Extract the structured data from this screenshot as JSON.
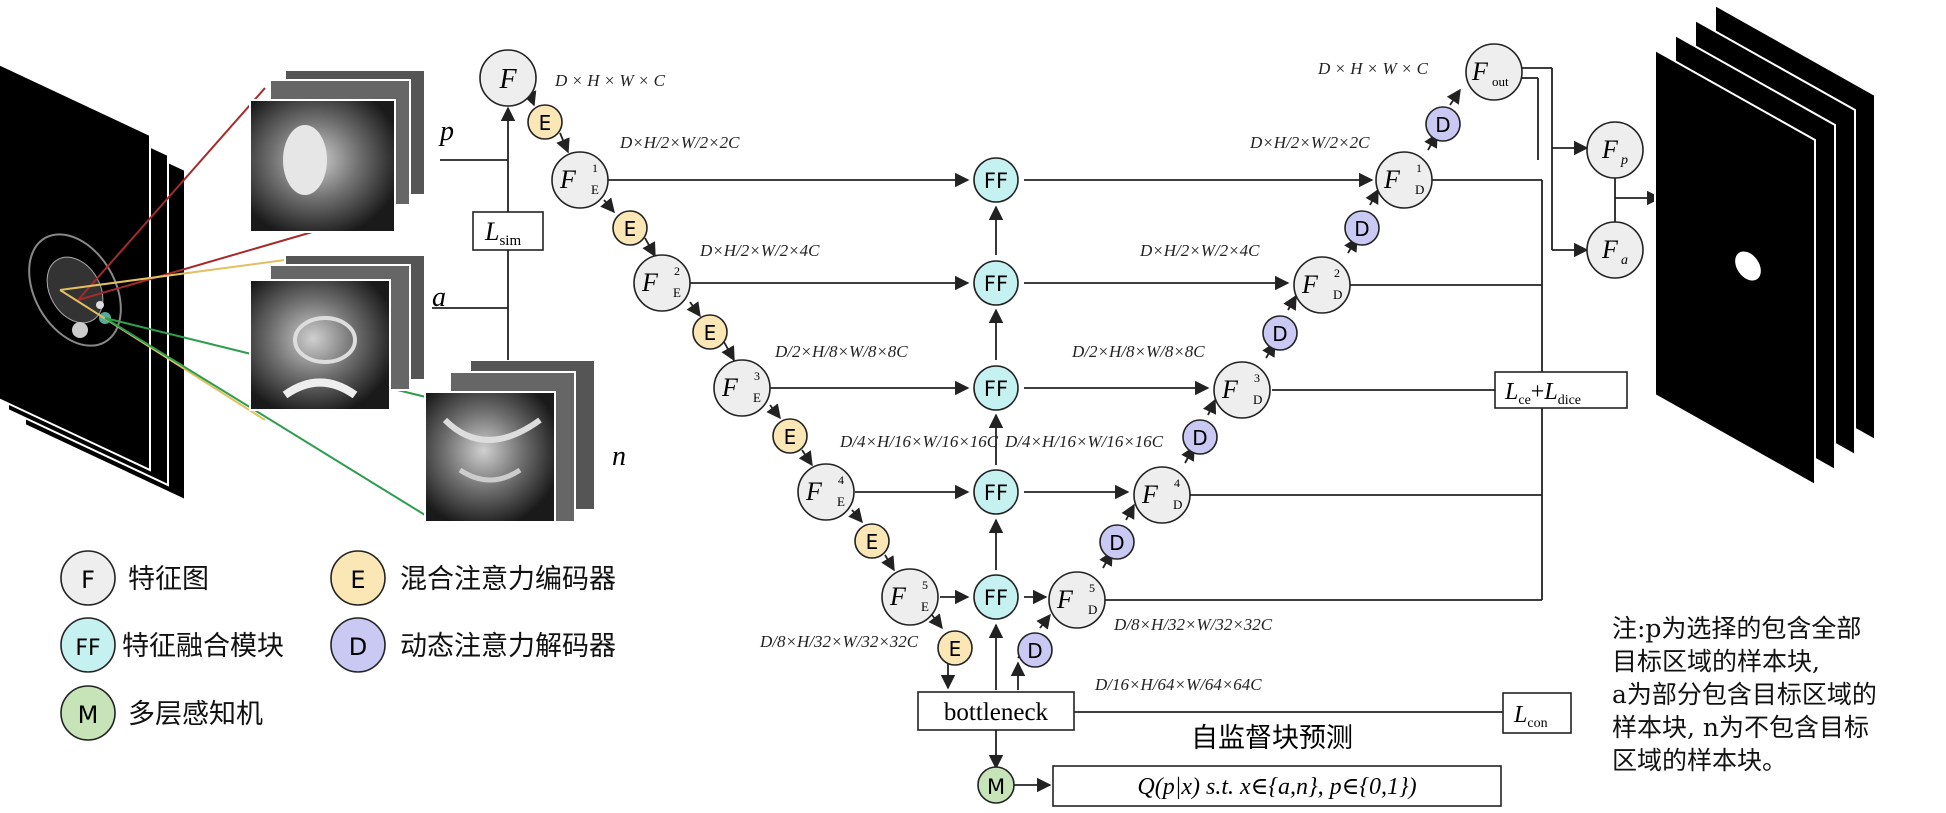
{
  "colors": {
    "feature": "#eeeeee",
    "encoder": "#fbe6b5",
    "decoder": "#c9c9f3",
    "fusion": "#c6f1f1",
    "mlp": "#c7e3b8"
  },
  "nodes": {
    "F": "F",
    "FF": "FF",
    "E": "E",
    "D": "D",
    "M": "M",
    "sub_E": "E",
    "sub_D": "D",
    "sub_out": "out",
    "sub_p": "p",
    "sub_a": "a",
    "sup1": "1",
    "sup2": "2",
    "sup3": "3",
    "sup4": "4",
    "sup5": "5"
  },
  "patches": {
    "p": "p",
    "a": "a",
    "n": "n"
  },
  "dims": {
    "input": "D × H × W × C",
    "output": "D × H × W × C",
    "level1": "D×H/2×W/2×2C",
    "level2": "D×H/2×W/2×4C",
    "level3": "D/2×H/8×W/8×8C",
    "level4": "D/4×H/16×W/16×16C",
    "level5": "D/8×H/32×W/32×32C",
    "bottleneck": "D/16×H/64×W/64×64C"
  },
  "boxes": {
    "l_sim": "L",
    "l_sim_sub": "sim",
    "l_ce": "L",
    "l_ce_sub": "ce",
    "plus": "+",
    "l_dice": "L",
    "l_dice_sub": "dice",
    "l_con": "L",
    "l_con_sub": "con",
    "bottleneck": "bottleneck",
    "self_supervised": "自监督块预测",
    "q_formula": "Q(p|x) s.t. x∈{a,n}, p∈{0,1})"
  },
  "legend": {
    "feature": "特征图",
    "encoder": "混合注意力编码器",
    "fusion": "特征融合模块",
    "decoder": "动态注意力解码器",
    "mlp": "多层感知机"
  },
  "note": [
    "注:p为选择的包含全部",
    "目标区域的样本块,",
    "a为部分包含目标区域的",
    "样本块, n为不包含目标",
    "区域的样本块。"
  ]
}
